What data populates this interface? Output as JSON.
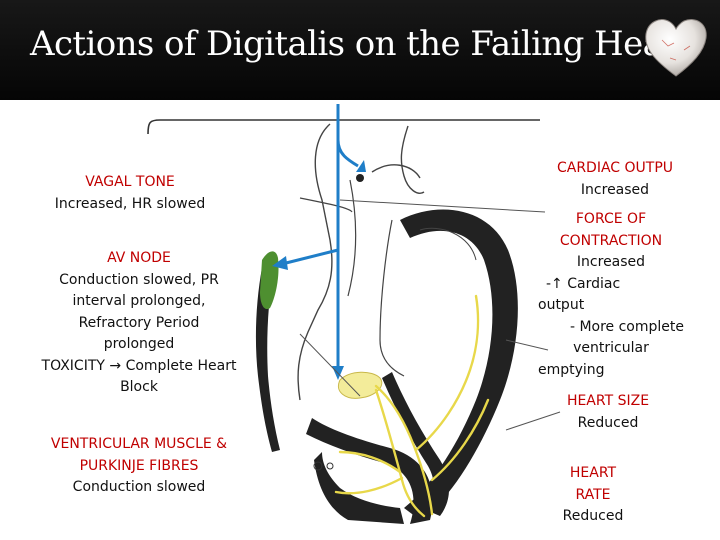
{
  "title": "Actions of Digitalis on the Failing Heart",
  "colors": {
    "heading_red": "#c00000",
    "arrow_blue": "#1f7ec8",
    "node_green": "#4e8f30",
    "purkinje_yellow": "#e8d84a",
    "muscle_dark": "#222222"
  },
  "labels": {
    "vagal_tone": {
      "heading": "VAGAL TONE",
      "body": "Increased, HR slowed"
    },
    "av_node": {
      "heading": "AV NODE",
      "lines": [
        "Conduction slowed, PR",
        "interval prolonged,",
        "Refractory Period",
        "prolonged"
      ],
      "toxicity_prefix": "TOXICITY",
      "toxicity_arrow": "→",
      "toxicity_suffix": "Complete Heart",
      "toxicity_line2": "Block"
    },
    "ventricular": {
      "heading_line1": "VENTRICULAR MUSCLE &",
      "heading_line2": "PURKINJE FIBRES",
      "body": "Conduction slowed"
    },
    "cardiac_output": {
      "heading": "CARDIAC OUTPU",
      "body": "Increased"
    },
    "force": {
      "heading_line1": "FORCE OF",
      "heading_line2": "CONTRACTION",
      "lines": [
        "Increased",
        "-↑ Cardiac",
        "output",
        "- More complete",
        "ventricular",
        "emptying"
      ]
    },
    "heart_size": {
      "heading": "HEART SIZE",
      "body": "Reduced"
    },
    "heart_rate": {
      "heading_line1": "HEART",
      "heading_line2": "RATE",
      "body": "Reduced"
    }
  }
}
